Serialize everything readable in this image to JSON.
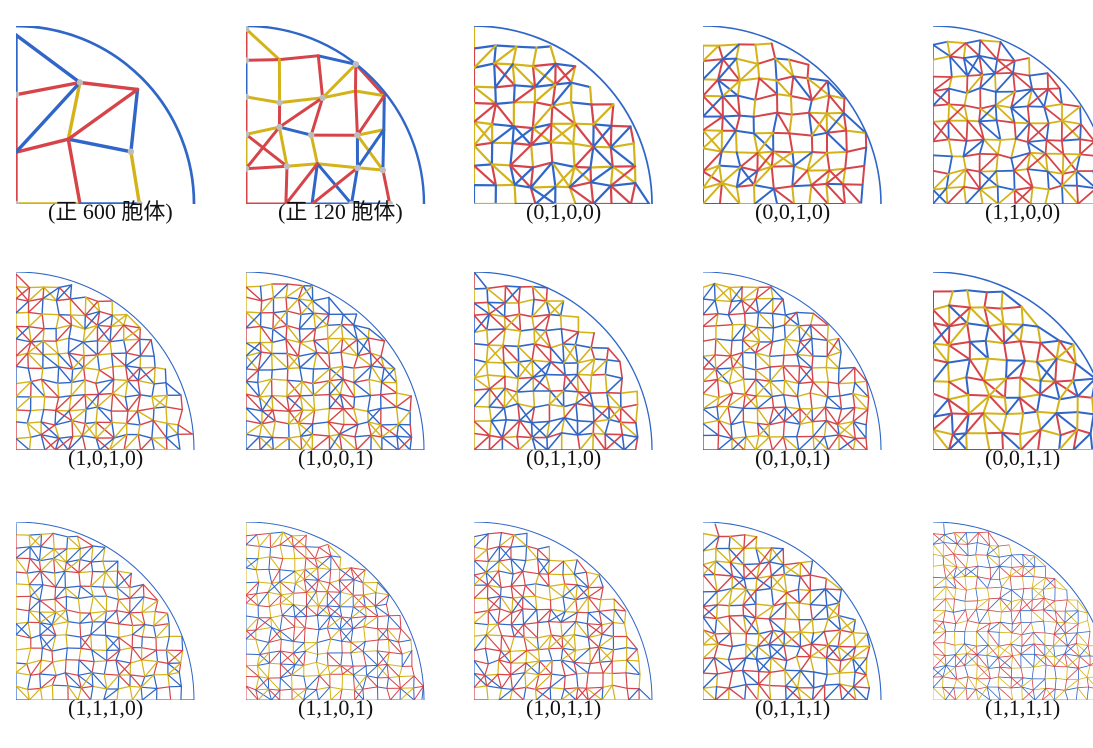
{
  "colors": {
    "red": "#d6444a",
    "blue": "#2f66c8",
    "yellow": "#d4b31a",
    "node": "#bdbdbd"
  },
  "figures": [
    {
      "label": "(正 600 胞体)",
      "density": 3
    },
    {
      "label": "(正 120 胞体)",
      "density": 5
    },
    {
      "label": "(0,1,0,0)",
      "density": 9
    },
    {
      "label": "(0,0,1,0)",
      "density": 10
    },
    {
      "label": "(1,1,0,0)",
      "density": 11
    },
    {
      "label": "(1,0,1,0)",
      "density": 13
    },
    {
      "label": "(1,0,0,1)",
      "density": 13
    },
    {
      "label": "(0,1,1,0)",
      "density": 12
    },
    {
      "label": "(0,1,0,1)",
      "density": 13
    },
    {
      "label": "(0,0,1,1)",
      "density": 10
    },
    {
      "label": "(1,1,1,0)",
      "density": 14
    },
    {
      "label": "(1,1,0,1)",
      "density": 15
    },
    {
      "label": "(1,0,1,1)",
      "density": 14
    },
    {
      "label": "(0,1,1,1)",
      "density": 13
    },
    {
      "label": "(1,1,1,1)",
      "density": 16
    }
  ]
}
